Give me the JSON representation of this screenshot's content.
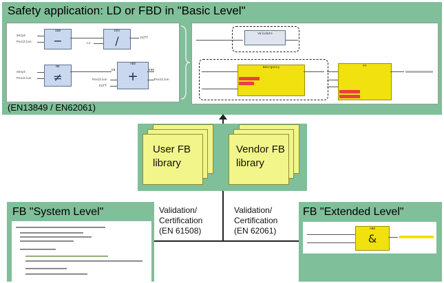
{
  "top_panel": {
    "title": "Safety application: LD or FBD in \"Basic Level\"",
    "footnote": "(EN13849 / EN62061)",
    "fbd_left": {
      "sub_title": "SUB",
      "sub_symbol": "−",
      "div_title": "DIV",
      "div_symbol": "/",
      "ne_title": "NE",
      "ne_symbol": "≠",
      "add_title": "ADD",
      "add_symbol": "+",
      "in_setpoint": "Setpt",
      "in_position": "Position",
      "in_lo": "Lo",
      "out_diff": "Diff",
      "in_setpoint2": "Setpt",
      "in_position2": "Position",
      "in_en": "EN",
      "out_eno": "ENO",
      "in_position3": "Position",
      "in_diff": "Diff",
      "out_position": "Position"
    },
    "fbd_right": {
      "validate_title": "Validate",
      "emergency_title": "Emergency",
      "ff_title": "FF"
    }
  },
  "libraries": {
    "user": [
      "User FB",
      "library"
    ],
    "vendor": [
      "Vendor FB",
      "library"
    ]
  },
  "bottom_left": {
    "title": "FB \"System Level\""
  },
  "bottom_right": {
    "title": "FB \"Extended Level\"",
    "and_title": "AND",
    "and_symbol": "&"
  },
  "validations": {
    "left": [
      "Validation/",
      "Certification",
      "(EN 61508)"
    ],
    "right": [
      "Validation/",
      "Certification",
      "(EN 62061)"
    ]
  }
}
